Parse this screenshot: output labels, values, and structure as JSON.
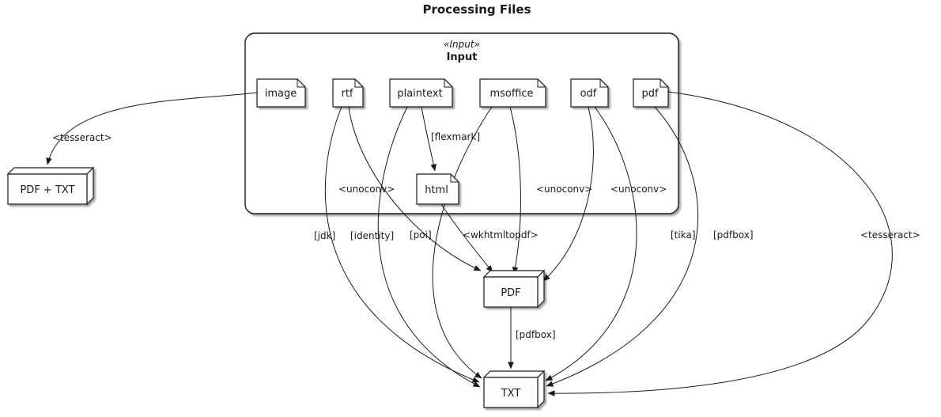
{
  "title": "Processing Files",
  "container": {
    "stereotype": "«Input»",
    "label": "Input"
  },
  "nodes": {
    "image": "image",
    "rtf": "rtf",
    "plaintext": "plaintext",
    "msoffice": "msoffice",
    "odf": "odf",
    "pdf": "pdf",
    "html": "html",
    "pdf_txt_box": "PDF + TXT",
    "pdf_box": "PDF",
    "txt_box": "TXT"
  },
  "edges": {
    "image_to_pdftxt": "<tesseract>",
    "plaintext_to_html": "[flexmark]",
    "rtf_to_pdf": "<unoconv>",
    "msoffice_to_pdf": "<unoconv>",
    "odf_to_pdf": "<unoconv>",
    "html_to_pdf": "<wkhtmltopdf>",
    "rtf_to_txt": "[jdk]",
    "plaintext_to_txt": "[identity]",
    "msoffice_to_txt": "[poi]",
    "odf_to_txt": "[tika]",
    "pdf_to_txt_pdfbox": "[pdfbox]",
    "pdf_to_txt_tesseract": "<tesseract>",
    "pdfbox_step": "[pdfbox]"
  },
  "colors": {
    "stroke": "#1a1a1a",
    "fill": "#fefefe"
  }
}
